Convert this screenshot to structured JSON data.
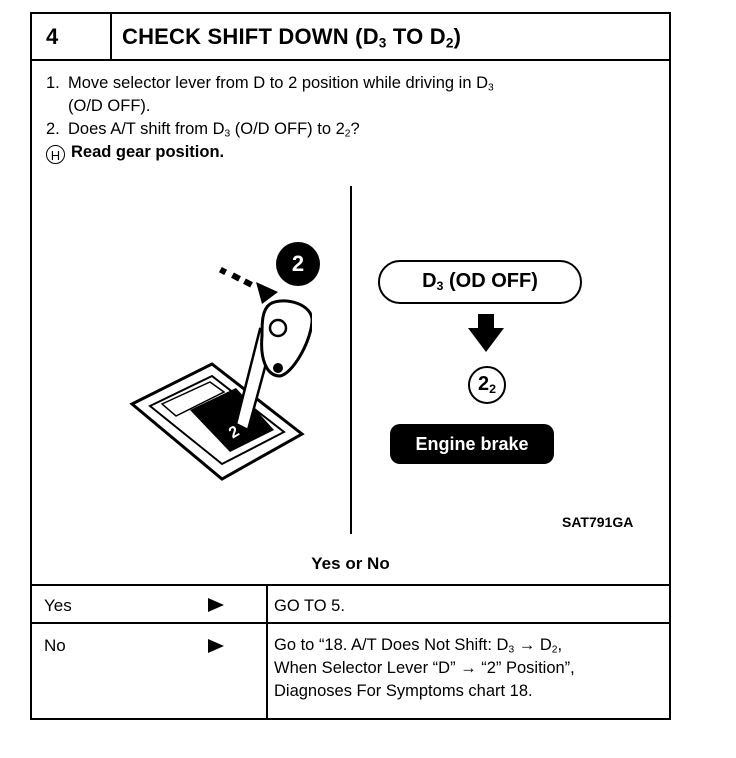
{
  "header": {
    "step_number": "4",
    "title_prefix": "CHECK SHIFT DOWN (D",
    "title_sub1": "3",
    "title_middle": " TO D",
    "title_sub2": "2",
    "title_suffix": ")"
  },
  "instructions": {
    "item1_num": "1.",
    "item1_line1_a": "Move selector lever from D to 2 position while driving in D",
    "item1_line1_sub": "3",
    "item1_line2": "(O/D OFF).",
    "item2_num": "2.",
    "item2_a": "Does A/T shift from D",
    "item2_sub1": "3",
    "item2_b": " (O/D OFF) to 2",
    "item2_sub2": "2",
    "item2_c": "?",
    "read_icon": "H",
    "read_text": "Read gear position."
  },
  "figure": {
    "badge_number": "2",
    "gate_label": "2",
    "pill_text": "D",
    "pill_sub": "3",
    "pill_rest": " (OD OFF)",
    "circle_main": "2",
    "circle_sub": "2",
    "brake_label": "Engine brake",
    "code": "SAT791GA"
  },
  "question": "Yes or No",
  "answers": [
    {
      "label": "Yes",
      "text": "GO TO 5."
    },
    {
      "label": "No",
      "line1_a": "Go to “18. A/T Does Not Shift: D",
      "line1_sub1": "3",
      "line1_b": " → D",
      "line1_sub2": "2",
      "line1_c": ",",
      "line2": "When Selector Lever “D” → “2” Position”,",
      "line3": "Diagnoses For Symptoms chart 18."
    }
  ]
}
